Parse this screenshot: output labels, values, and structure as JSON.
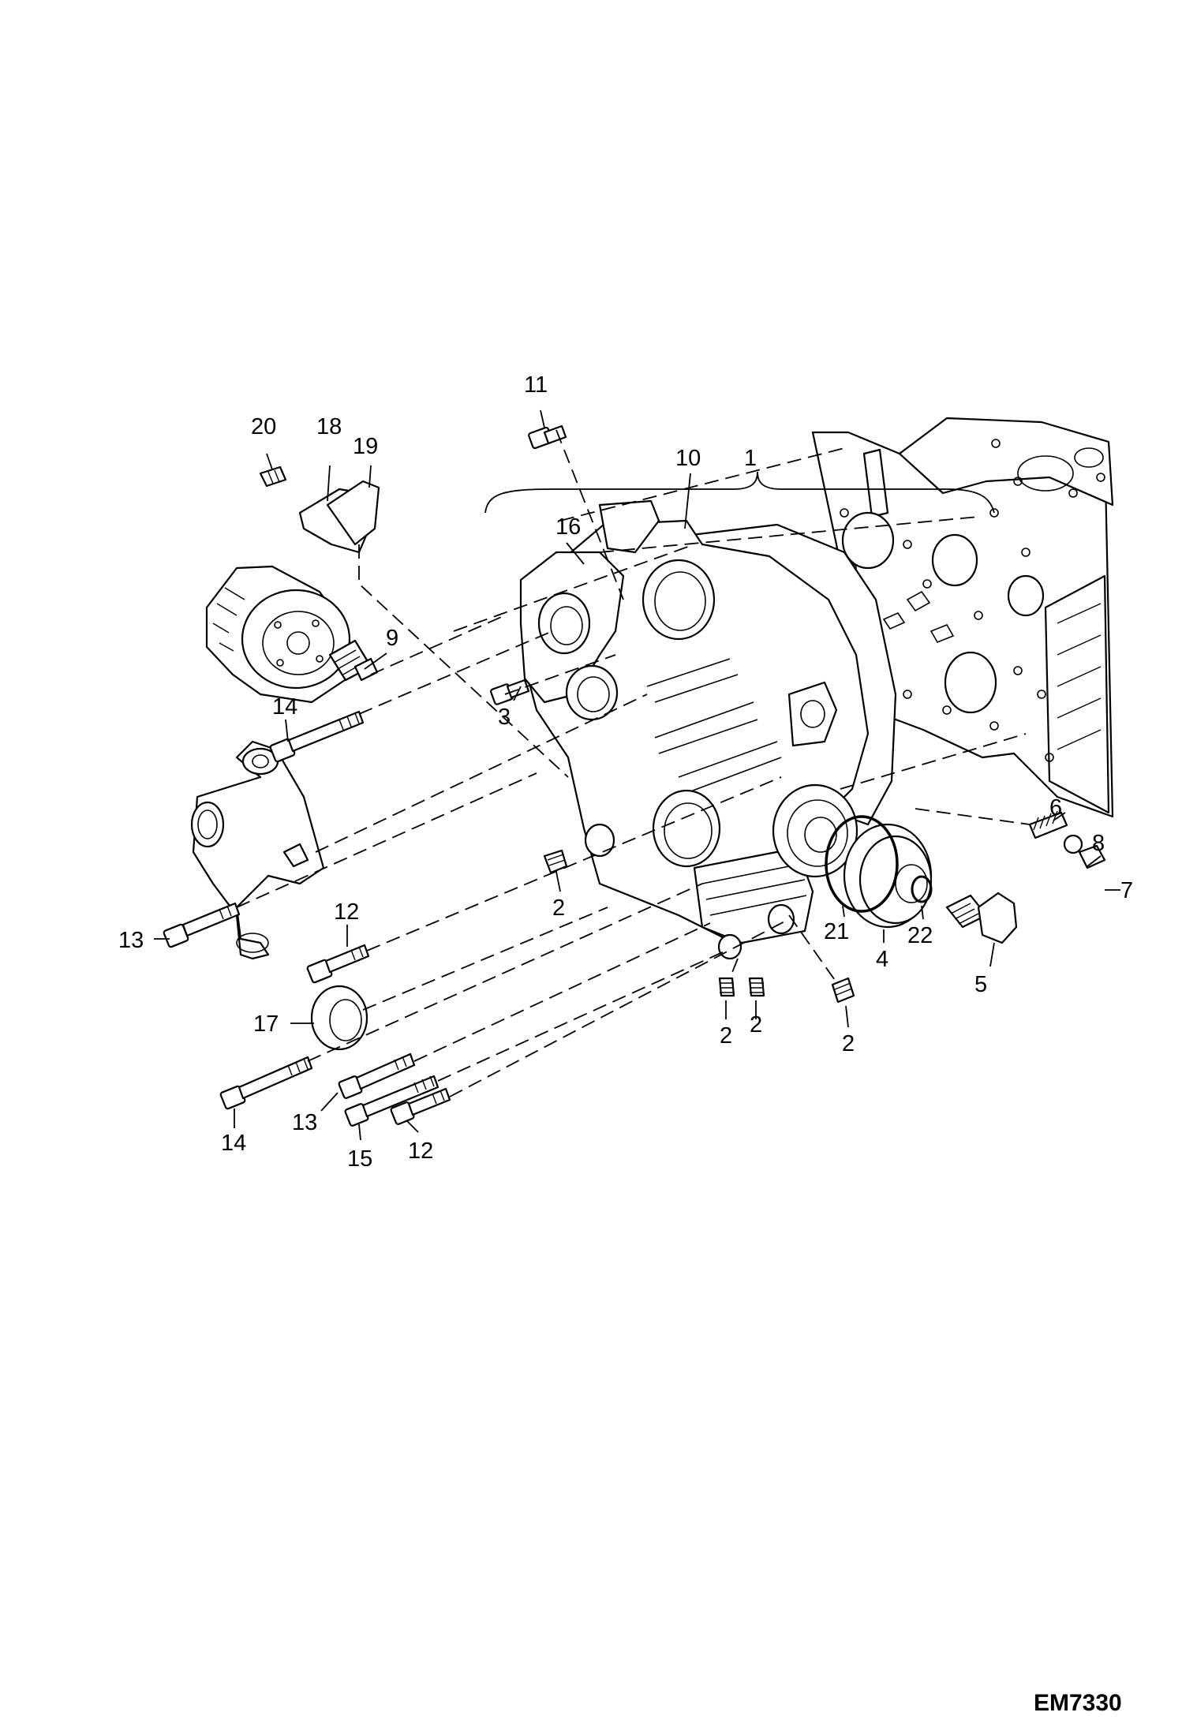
{
  "figure": {
    "code": "EM7330"
  },
  "callouts": [
    {
      "id": "c1",
      "text": "1"
    },
    {
      "id": "c2a",
      "text": "2"
    },
    {
      "id": "c2b",
      "text": "2"
    },
    {
      "id": "c2c",
      "text": "2"
    },
    {
      "id": "c2d",
      "text": "2"
    },
    {
      "id": "c3",
      "text": "3"
    },
    {
      "id": "c4",
      "text": "4"
    },
    {
      "id": "c5",
      "text": "5"
    },
    {
      "id": "c6",
      "text": "6"
    },
    {
      "id": "c7",
      "text": "7"
    },
    {
      "id": "c8",
      "text": "8"
    },
    {
      "id": "c9",
      "text": "9"
    },
    {
      "id": "c10",
      "text": "10"
    },
    {
      "id": "c11",
      "text": "11"
    },
    {
      "id": "c12a",
      "text": "12"
    },
    {
      "id": "c12b",
      "text": "12"
    },
    {
      "id": "c13a",
      "text": "13"
    },
    {
      "id": "c13b",
      "text": "13"
    },
    {
      "id": "c14a",
      "text": "14"
    },
    {
      "id": "c14b",
      "text": "14"
    },
    {
      "id": "c15",
      "text": "15"
    },
    {
      "id": "c16",
      "text": "16"
    },
    {
      "id": "c17",
      "text": "17"
    },
    {
      "id": "c18",
      "text": "18"
    },
    {
      "id": "c19",
      "text": "19"
    },
    {
      "id": "c20",
      "text": "20"
    },
    {
      "id": "c21",
      "text": "21"
    },
    {
      "id": "c22",
      "text": "22"
    }
  ]
}
